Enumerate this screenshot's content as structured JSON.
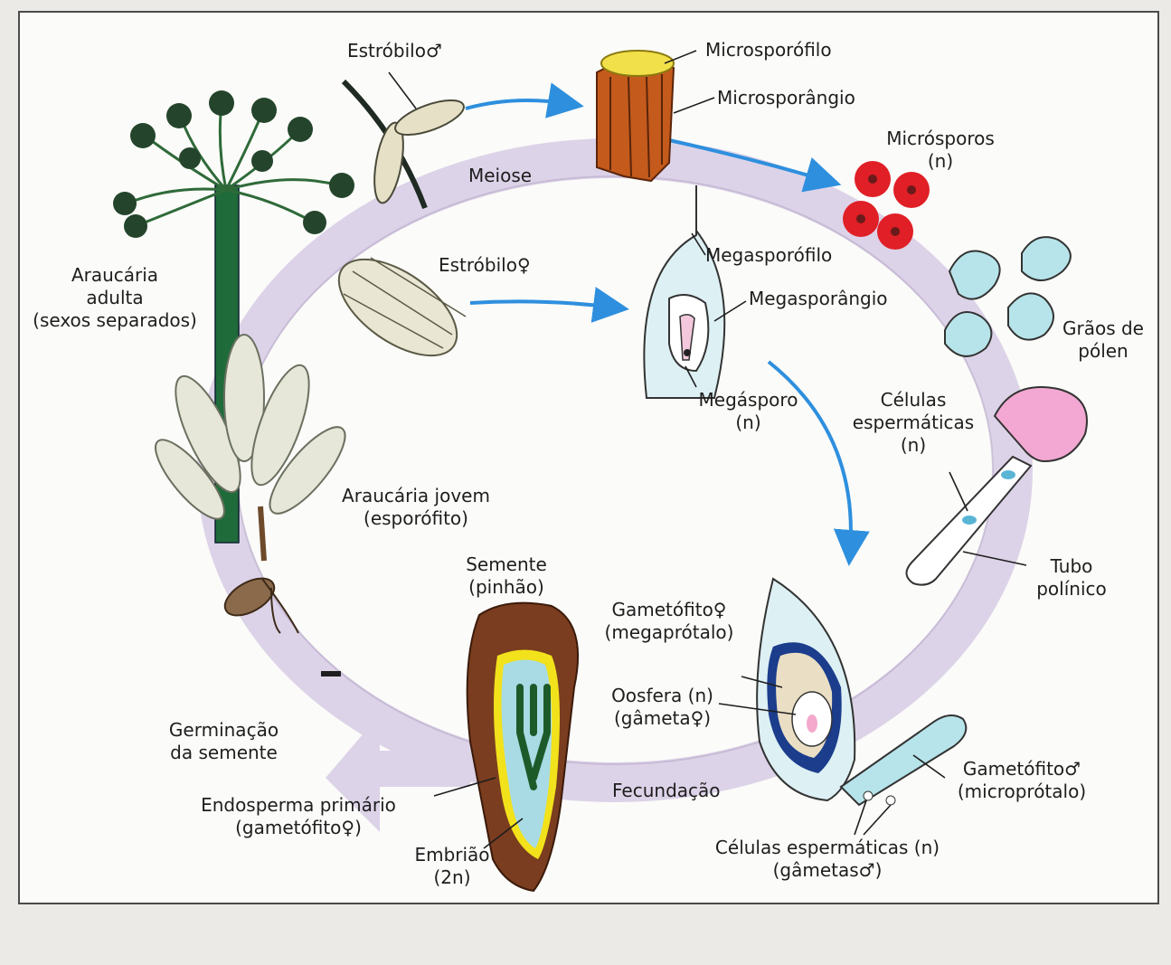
{
  "labels": {
    "estrobilo_masc": "Estróbilo♂",
    "microsporofilo": "Microsporófilo",
    "microsporangio": "Microsporângio",
    "microsporos_1": "Micrósporos",
    "microsporos_2": "(n)",
    "meiose": "Meiose",
    "estrobilo_fem": "Estróbilo♀",
    "megasporofilo": "Megasporófilo",
    "megasporangio": "Megasporângio",
    "graos_polen_1": "Grãos de",
    "graos_polen_2": "pólen",
    "araucaria_adulta_1": "Araucária",
    "araucaria_adulta_2": "adulta",
    "araucaria_adulta_3": "(sexos separados)",
    "megasporo_1": "Megásporo",
    "megasporo_2": "(n)",
    "celulas_esp_1": "Células",
    "celulas_esp_2": "espermáticas",
    "celulas_esp_3": "(n)",
    "araucaria_jovem_1": "Araucária jovem",
    "araucaria_jovem_2": "(esporófito)",
    "tubo_polinico_1": "Tubo",
    "tubo_polinico_2": "polínico",
    "semente_1": "Semente",
    "semente_2": "(pinhão)",
    "gametofito_fem_1": "Gametófito♀",
    "gametofito_fem_2": "(megaprótalo)",
    "oosfera_1": "Oosfera (n)",
    "oosfera_2": "(gâmeta♀)",
    "germinacao_1": "Germinação",
    "germinacao_2": "da semente",
    "gametofito_masc_1": "Gametófito♂",
    "gametofito_masc_2": "(microprótalo)",
    "fecundacao": "Fecundação",
    "endosperma_1": "Endosperma primário",
    "endosperma_2": "(gametófito♀)",
    "embriao_1": "Embrião",
    "embriao_2": "(2n)",
    "celulas_gametas_1": "Células espermáticas (n)",
    "celulas_gametas_2": "(gâmetas♂)"
  },
  "colors": {
    "cycle_ring": "#ddd3e8",
    "flow_arrow": "#2e8fde",
    "microsporos": "#e01f26",
    "pollen": "#b7e4ea",
    "seed_coat": "#7a3d1f",
    "endosperm_border": "#f2e21c",
    "megaprotalo": "#1c3d8c",
    "foliage": "#2f6a39"
  }
}
